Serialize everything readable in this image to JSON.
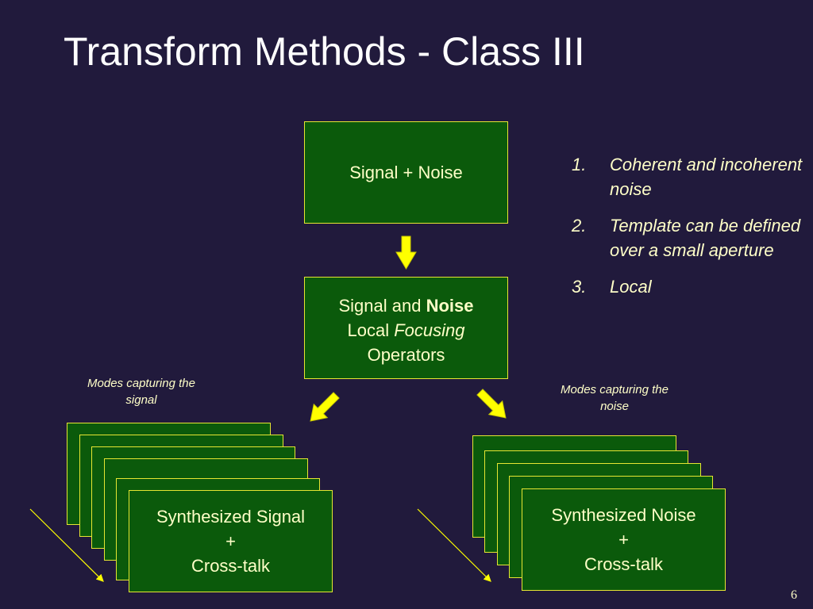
{
  "slide": {
    "title": "Transform Methods - Class III",
    "page_number": "6"
  },
  "diagram": {
    "top_box": {
      "text": "Signal + Noise"
    },
    "mid_box": {
      "line1_prefix": "Signal and ",
      "line1_bold": "Noise",
      "line2_prefix": "Local ",
      "line2_italic": "Focusing",
      "line3": "Operators"
    },
    "left_note": {
      "line1": "Modes capturing the",
      "line2": "signal"
    },
    "right_note": {
      "line1": "Modes capturing the",
      "line2": "noise"
    },
    "left_stack": {
      "line1": "Synthesized Signal",
      "line2": "+",
      "line3": "Cross-talk"
    },
    "right_stack": {
      "line1": "Synthesized Noise",
      "line2": "+",
      "line3": "Cross-talk"
    }
  },
  "list": {
    "items": [
      {
        "num": "1.",
        "text": "Coherent  and incoherent noise"
      },
      {
        "num": "2.",
        "text": "Template can be defined over a small aperture"
      },
      {
        "num": "3.",
        "text": "Local"
      }
    ]
  },
  "colors": {
    "background": "#211a3c",
    "box_fill": "#0b5a0b",
    "box_border": "#e6e632",
    "arrow_fill": "#ffff00",
    "text": "#ffffc8"
  }
}
